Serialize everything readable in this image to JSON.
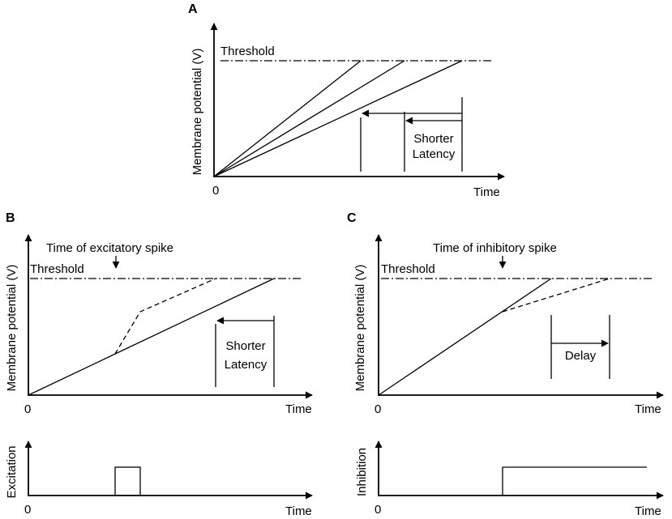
{
  "panels": {
    "a": {
      "label": "A",
      "ylabel": "Membrane potential (V)",
      "threshold": "Threshold",
      "origin": "0",
      "xlabel": "Time",
      "annotation": [
        "Shorter",
        "Latency"
      ]
    },
    "b": {
      "label": "B",
      "ylabel": "Membrane potential (V)",
      "threshold": "Threshold",
      "spike_label": "Time of excitatory spike",
      "origin": "0",
      "xlabel": "Time",
      "annotation": [
        "Shorter",
        "Latency"
      ],
      "sub_ylabel": "Excitation",
      "sub_origin": "0",
      "sub_xlabel": "Time"
    },
    "c": {
      "label": "C",
      "ylabel": "Membrane potential (V)",
      "threshold": "Threshold",
      "spike_label": "Time of inhibitory spike",
      "origin": "0",
      "xlabel": "Time",
      "annotation": "Delay",
      "sub_ylabel": "Inhibition",
      "sub_origin": "0",
      "sub_xlabel": "Time"
    }
  }
}
